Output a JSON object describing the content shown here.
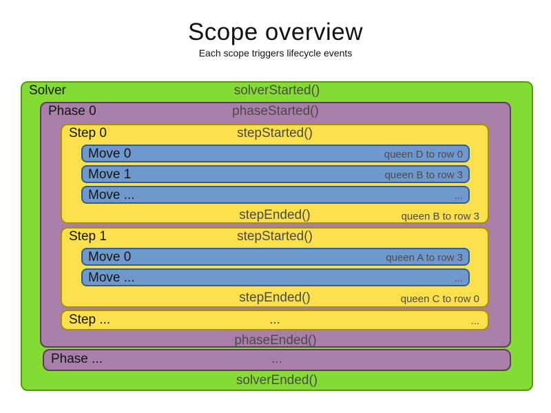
{
  "title": "Scope overview",
  "subtitle": "Each scope triggers lifecycle events",
  "colors": {
    "solver_fill": "#84db33",
    "solver_border": "#4f9d04",
    "phase_fill": "#a87fa8",
    "phase_border": "#5e3a5e",
    "step_fill": "#fae04b",
    "step_border": "#a89000",
    "move_fill": "#6f99cc",
    "move_border": "#2e5a99",
    "label_text": "#141414",
    "event_text": "#4a4a4a"
  },
  "solver": {
    "label": "Solver",
    "started_event": "solverStarted()",
    "ended_event": "solverEnded()",
    "phases": [
      {
        "label": "Phase 0",
        "started_event": "phaseStarted()",
        "ended_event": "phaseEnded()",
        "steps": [
          {
            "label": "Step 0",
            "started_event": "stepStarted()",
            "ended_event": "stepEnded()",
            "ended_detail": "queen B to row 3",
            "moves": [
              {
                "label": "Move 0",
                "detail": "queen D to row 0"
              },
              {
                "label": "Move 1",
                "detail": "queen B to row 3"
              },
              {
                "label": "Move ...",
                "detail": "..."
              }
            ]
          },
          {
            "label": "Step 1",
            "started_event": "stepStarted()",
            "ended_event": "stepEnded()",
            "ended_detail": "queen C to row 0",
            "moves": [
              {
                "label": "Move 0",
                "detail": "queen A to row 3"
              },
              {
                "label": "Move ...",
                "detail": "..."
              }
            ]
          }
        ],
        "more_steps": {
          "label": "Step ...",
          "center": "...",
          "right": "..."
        }
      }
    ],
    "more_phases": {
      "label": "Phase ...",
      "center": "..."
    }
  }
}
